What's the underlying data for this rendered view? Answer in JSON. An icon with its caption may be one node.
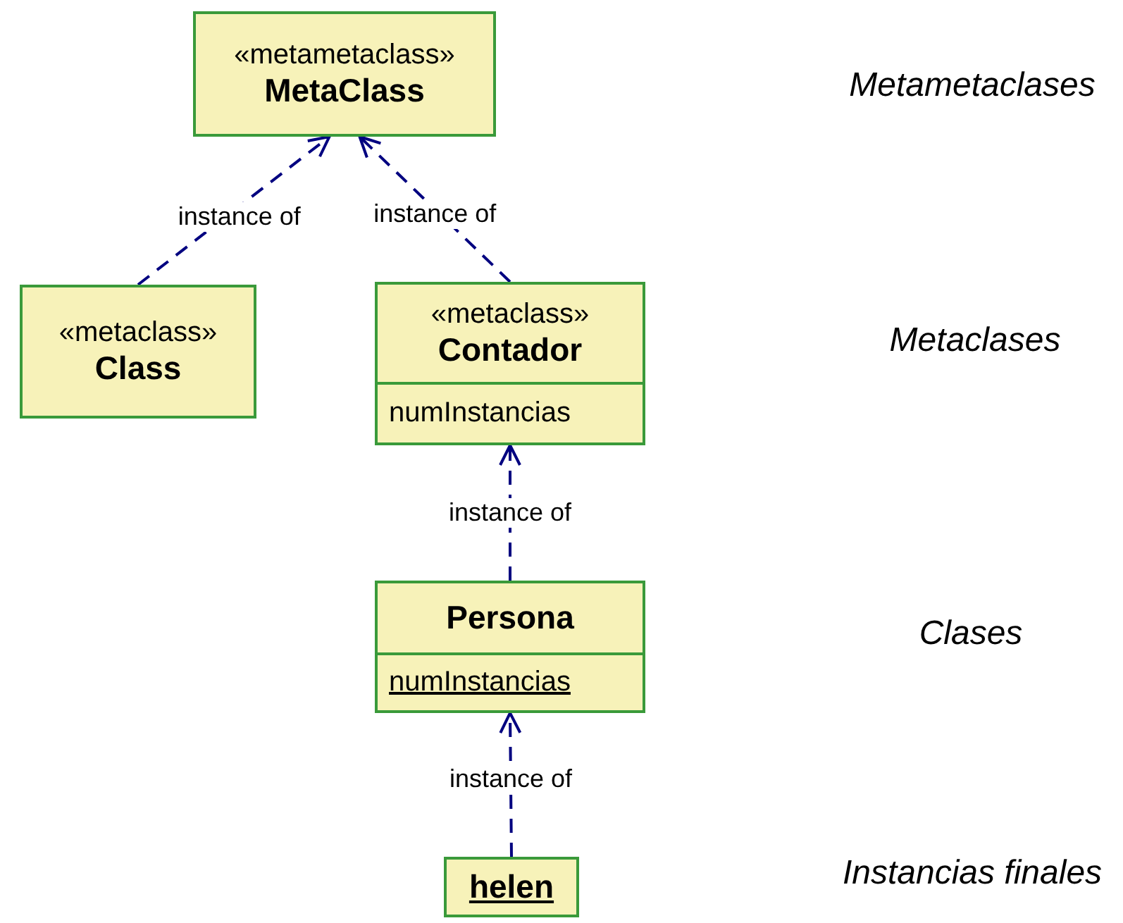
{
  "diagram": {
    "nodes": [
      {
        "text": [
          "«metametaclass»",
          "MetaClass"
        ]
      },
      {
        "text": [
          "«metaclass»",
          "Class"
        ]
      },
      {
        "text": [
          "«metaclass»",
          "Contador",
          "numInstancias"
        ]
      },
      {
        "text": [
          "Persona",
          "numInstancias"
        ]
      },
      {
        "text": [
          "helen"
        ]
      }
    ],
    "edges": [
      {
        "from": 1,
        "to": 0,
        "arrow": "to",
        "label": "instance of",
        "style": "dashed"
      },
      {
        "from": 2,
        "to": 0,
        "arrow": "to",
        "label": "instance of",
        "style": "dashed"
      },
      {
        "from": 3,
        "to": 2,
        "arrow": "to",
        "label": "instance of",
        "style": "dashed"
      },
      {
        "from": 4,
        "to": 3,
        "arrow": "to",
        "label": "instance of",
        "style": "dashed"
      }
    ],
    "labels": [
      "Metametaclases",
      "Metaclases",
      "Clases",
      "Instancias finales"
    ]
  }
}
